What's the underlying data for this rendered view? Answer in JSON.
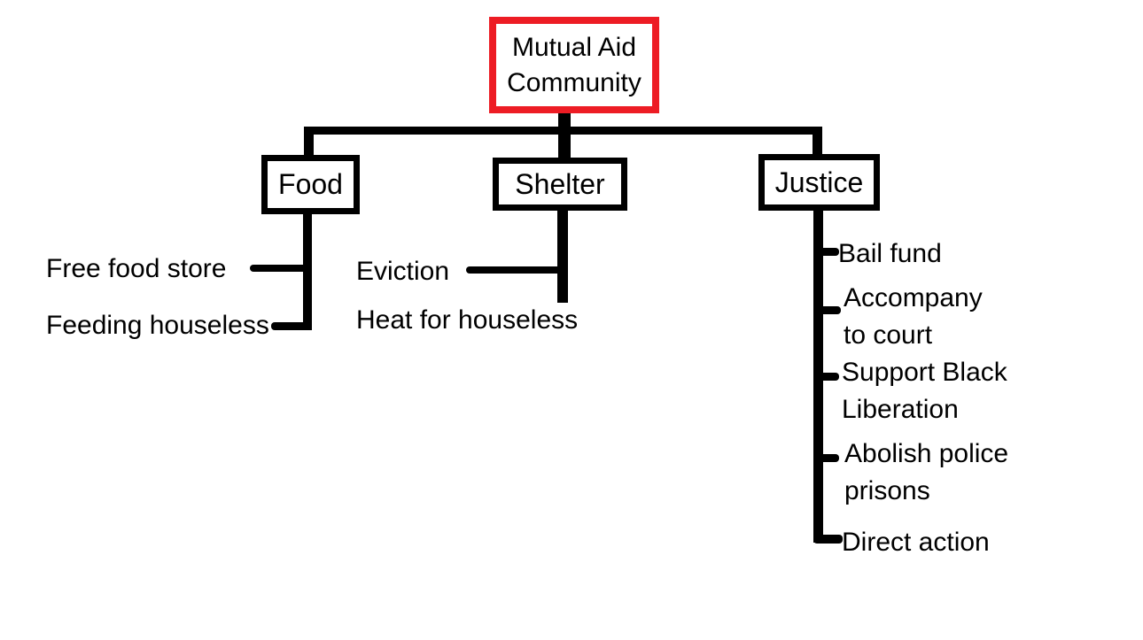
{
  "root": {
    "label": "Mutual Aid Community"
  },
  "branches": [
    {
      "label": "Food",
      "children": [
        "Free food store",
        "Feeding houseless"
      ]
    },
    {
      "label": "Shelter",
      "children": [
        "Eviction",
        "Heat for houseless"
      ]
    },
    {
      "label": "Justice",
      "children": [
        "Bail fund",
        "Accompany to court",
        "Support Black Liberation",
        "Abolish police prisons",
        "Direct action"
      ]
    }
  ],
  "colors": {
    "root_border": "#ed1c24",
    "branch_border": "#000000",
    "line": "#000000",
    "text": "#000000",
    "background": "#ffffff"
  }
}
